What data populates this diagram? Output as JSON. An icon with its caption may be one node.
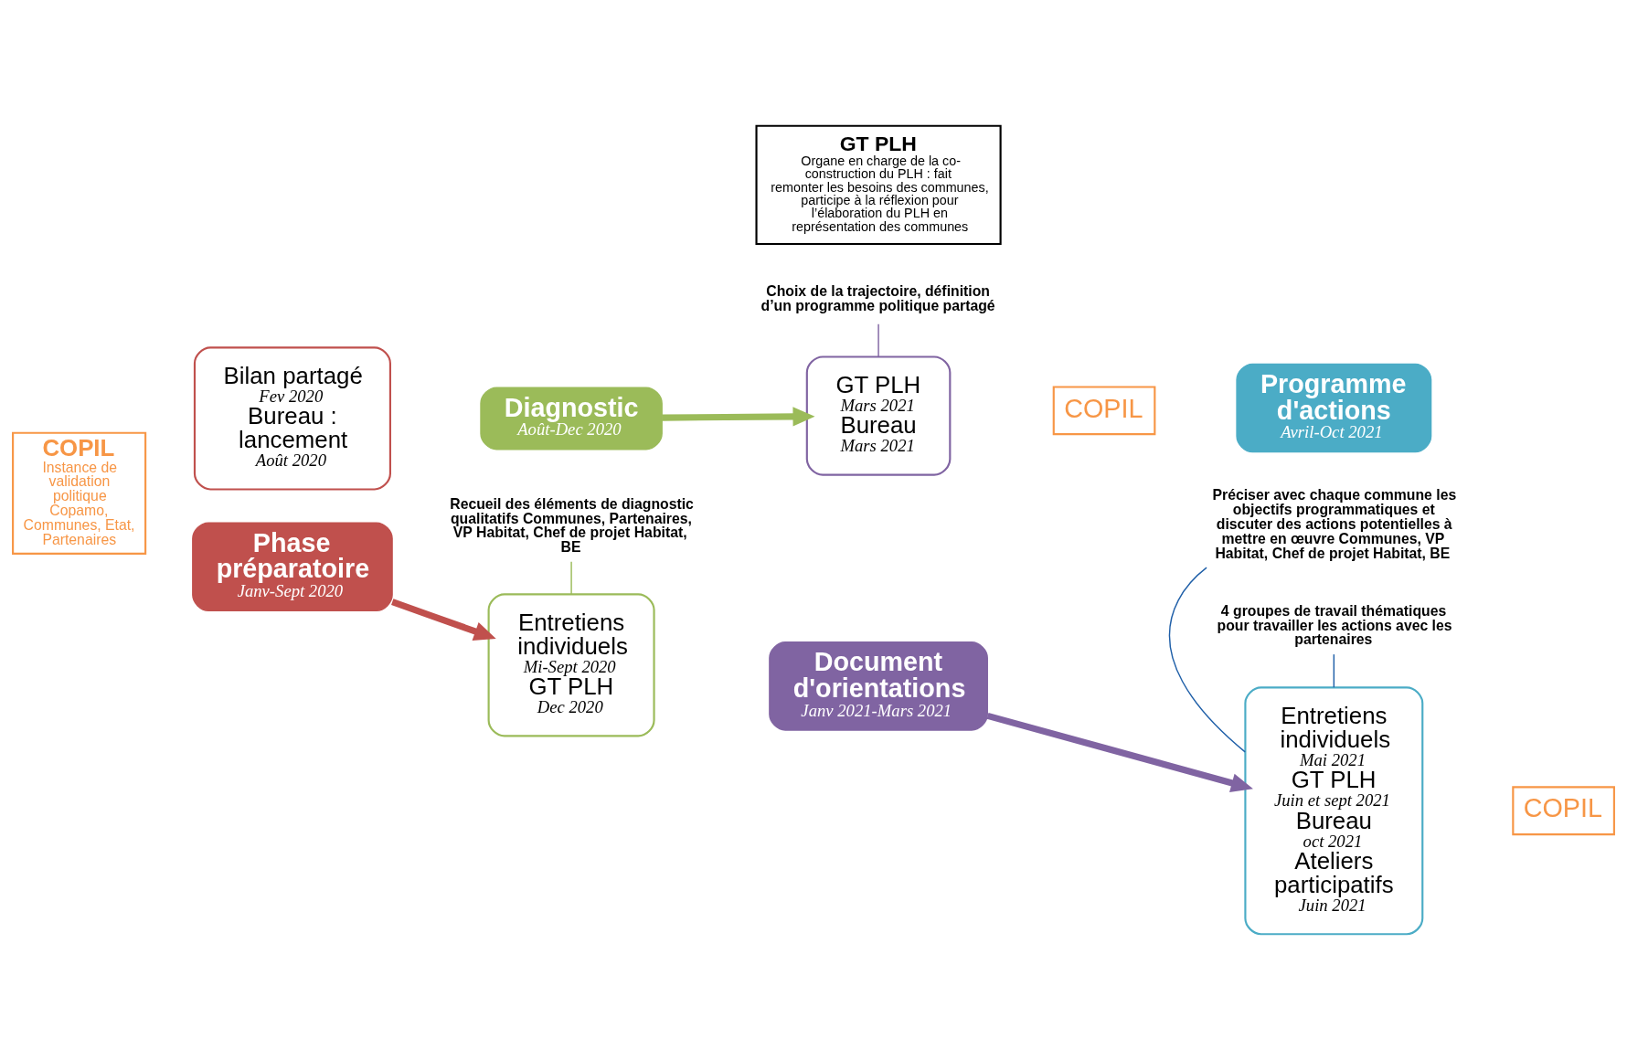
{
  "diagram": {
    "nodes": [
      {
        "text": [
          "COPIL",
          "Instance de validation politique Copamo, Communes, Etat, Partenaires"
        ]
      },
      {
        "text": [
          "Phase préparatoire",
          "Janv-Sept 2020"
        ]
      },
      {
        "text": [
          "Bilan partagé",
          "Fev 2020",
          "Bureau : lancement",
          "Août 2020"
        ]
      },
      {
        "text": [
          "Diagnostic",
          "Août-Dec 2020"
        ]
      },
      {
        "text": [
          "Entretiens individuels",
          "Mi-Sept 2020",
          "GT PLH",
          "Dec 2020"
        ]
      },
      {
        "text": [
          "Recueil des éléments de diagnostic qualitatifs Communes, Partenaires, VP Habitat, Chef de projet Habitat, BE"
        ]
      },
      {
        "text": [
          "Document d'orientations",
          "Janv 2021-Mars 2021"
        ]
      },
      {
        "text": [
          "GT PLH",
          "Mars 2021",
          "Bureau",
          "Mars 2021"
        ]
      },
      {
        "text": [
          "Choix de la trajectoire, définition d’un programme politique partagé"
        ]
      },
      {
        "text": [
          "COPIL"
        ]
      },
      {
        "text": [
          "Programme d'actions",
          "Avril-Oct 2021"
        ]
      },
      {
        "text": [
          "Entretiens individuels",
          "Mai 2021",
          "GT PLH",
          "Juin et sept 2021",
          "Bureau",
          "oct 2021",
          "Ateliers participatifs",
          "Juin 2021"
        ]
      },
      {
        "text": [
          "COPIL"
        ]
      },
      {
        "text": [
          "Préciser avec chaque commune les objectifs programmatiques et discuter des actions potentielles à mettre en œuvre Communes, VP Habitat, Chef de projet Habitat, BE"
        ]
      },
      {
        "text": [
          "4 groupes de travail thématiques pour travailler les actions avec les partenaires"
        ]
      },
      {
        "text": [
          "GT PLH",
          "Organe en charge de la co-construction du PLH : fait remonter les besoins des communes, participe à la réflexion pour l’élaboration du PLH en représentation des communes"
        ]
      }
    ],
    "edges": [
      {
        "from": 1,
        "to": 4,
        "arrow": "to",
        "style": "thick",
        "color": "#c0504d"
      },
      {
        "from": 3,
        "to": 7,
        "arrow": "to",
        "style": "thick",
        "color": "#9bbb59"
      },
      {
        "from": 6,
        "to": 11,
        "arrow": "to",
        "style": "thick",
        "color": "#8064a2"
      },
      {
        "from": 5,
        "to": 4,
        "arrow": "none",
        "color": "#9bbb59"
      },
      {
        "from": 8,
        "to": 7,
        "arrow": "none",
        "color": "#8064a2"
      },
      {
        "from": 13,
        "to": 11,
        "arrow": "none",
        "color": "#1f5fa8"
      },
      {
        "from": 14,
        "to": 11,
        "arrow": "none",
        "color": "#1f5fa8"
      }
    ]
  }
}
